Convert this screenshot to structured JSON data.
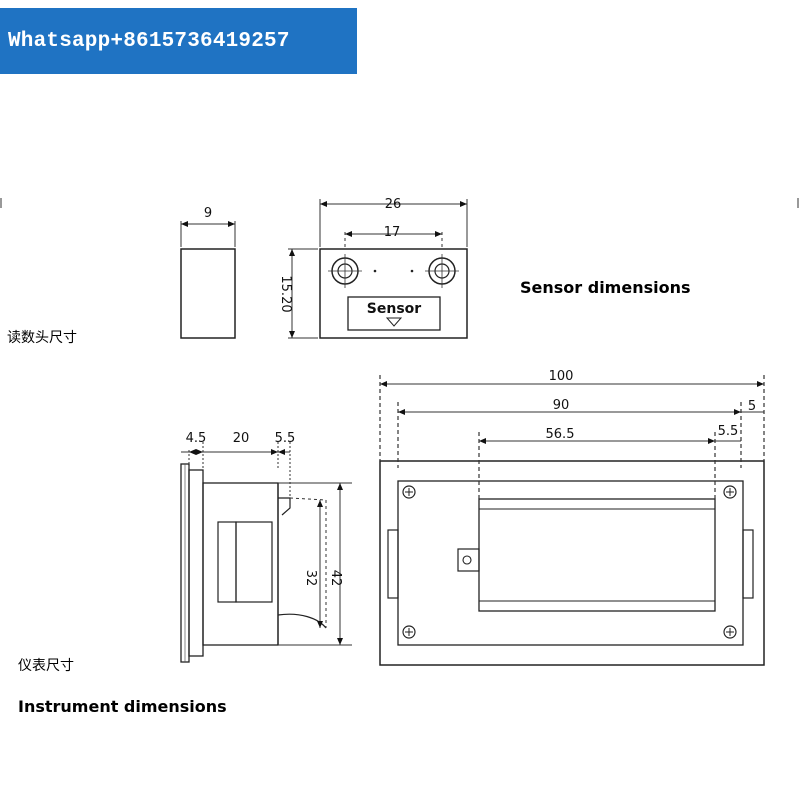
{
  "banner": {
    "text": "Whatsapp+8615736419257",
    "color": "#1f73c3"
  },
  "sensor": {
    "heading": "Sensor dimensions",
    "cn_label": "读数头尺寸",
    "side_width": "9",
    "front_width": "26",
    "hole_spacing": "17",
    "height": "15.20",
    "label_text": "Sensor"
  },
  "instrument": {
    "heading": "Instrument dimensions",
    "cn_label": "仪表尺寸",
    "side_left": "4.5",
    "side_body": "20",
    "side_right": "5.5",
    "side_outer_height": "42",
    "side_inner_height": "32",
    "front_total": "100",
    "front_inner": "90",
    "front_edge": "5",
    "front_window": "56.5",
    "front_offset": "5.5"
  }
}
